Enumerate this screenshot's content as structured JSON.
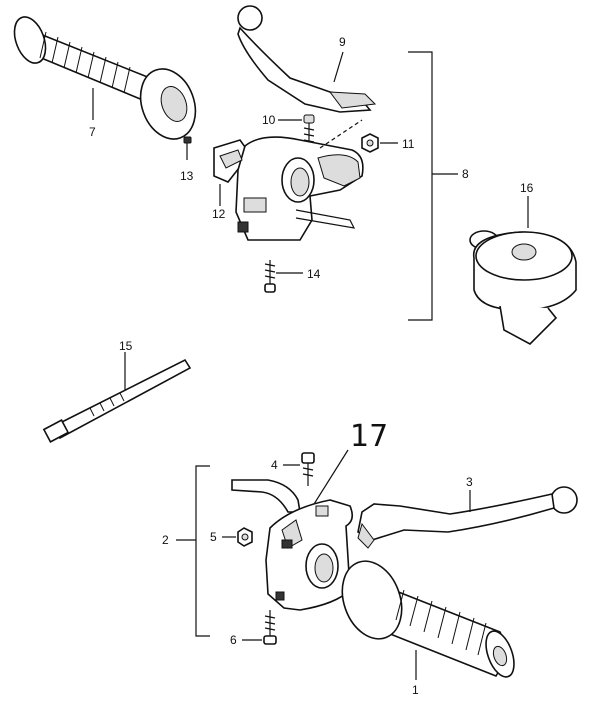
{
  "diagram": {
    "callouts": [
      {
        "id": "c1",
        "label": "1"
      },
      {
        "id": "c2",
        "label": "2"
      },
      {
        "id": "c3",
        "label": "3"
      },
      {
        "id": "c4",
        "label": "4"
      },
      {
        "id": "c5",
        "label": "5"
      },
      {
        "id": "c6",
        "label": "6"
      },
      {
        "id": "c7",
        "label": "7"
      },
      {
        "id": "c8",
        "label": "8"
      },
      {
        "id": "c9",
        "label": "9"
      },
      {
        "id": "c10",
        "label": "10"
      },
      {
        "id": "c11",
        "label": "11"
      },
      {
        "id": "c12",
        "label": "12"
      },
      {
        "id": "c13",
        "label": "13"
      },
      {
        "id": "c14",
        "label": "14"
      },
      {
        "id": "c15",
        "label": "15"
      },
      {
        "id": "c16",
        "label": "16"
      }
    ],
    "handwritten_label": "17"
  }
}
